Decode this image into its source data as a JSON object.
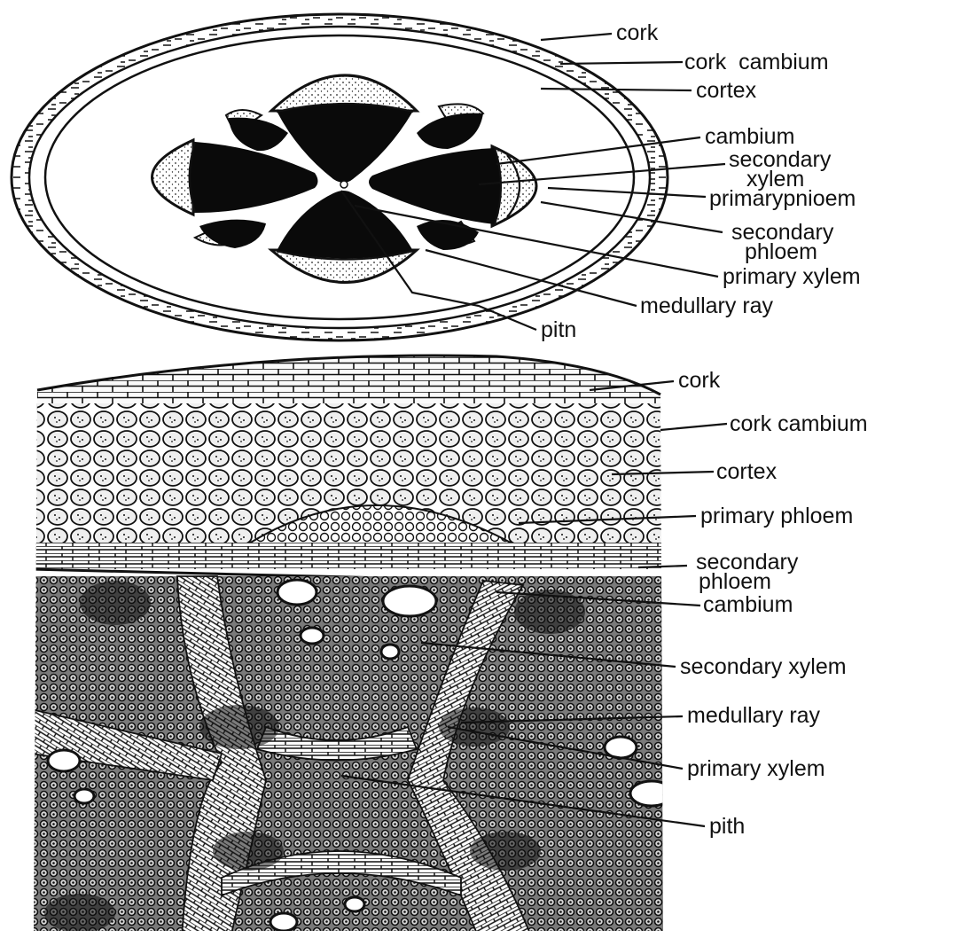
{
  "colors": {
    "ink": "#111111",
    "paper": "#ffffff",
    "cell_fill": "#efefef",
    "dark_tissue": "#0a0a0a"
  },
  "top_diagram": {
    "labels": {
      "cork": "cork",
      "cork_cambium": "cork  cambium",
      "cortex": "cortex",
      "cambium": "cambium",
      "secondary_xylem_1": "secondary",
      "secondary_xylem_2": "xylem",
      "primary_phloem": "primarypnioem",
      "secondary_phloem_1": "secondary",
      "secondary_phloem_2": "phloem",
      "primary_xylem": "primary xylem",
      "medullary_ray": "medullary ray",
      "pith": "pitn"
    }
  },
  "bottom_diagram": {
    "labels": {
      "cork": "cork",
      "cork_cambium": "cork cambium",
      "cortex": "cortex",
      "primary_phloem": "primary phloem",
      "secondary_phloem_1": "secondary",
      "secondary_phloem_2": "phloem",
      "cambium": "cambium",
      "secondary_xylem": "secondary xylem",
      "medullary_ray": "medullary ray",
      "primary_xylem": "primary xylem",
      "pith": "pith"
    }
  }
}
